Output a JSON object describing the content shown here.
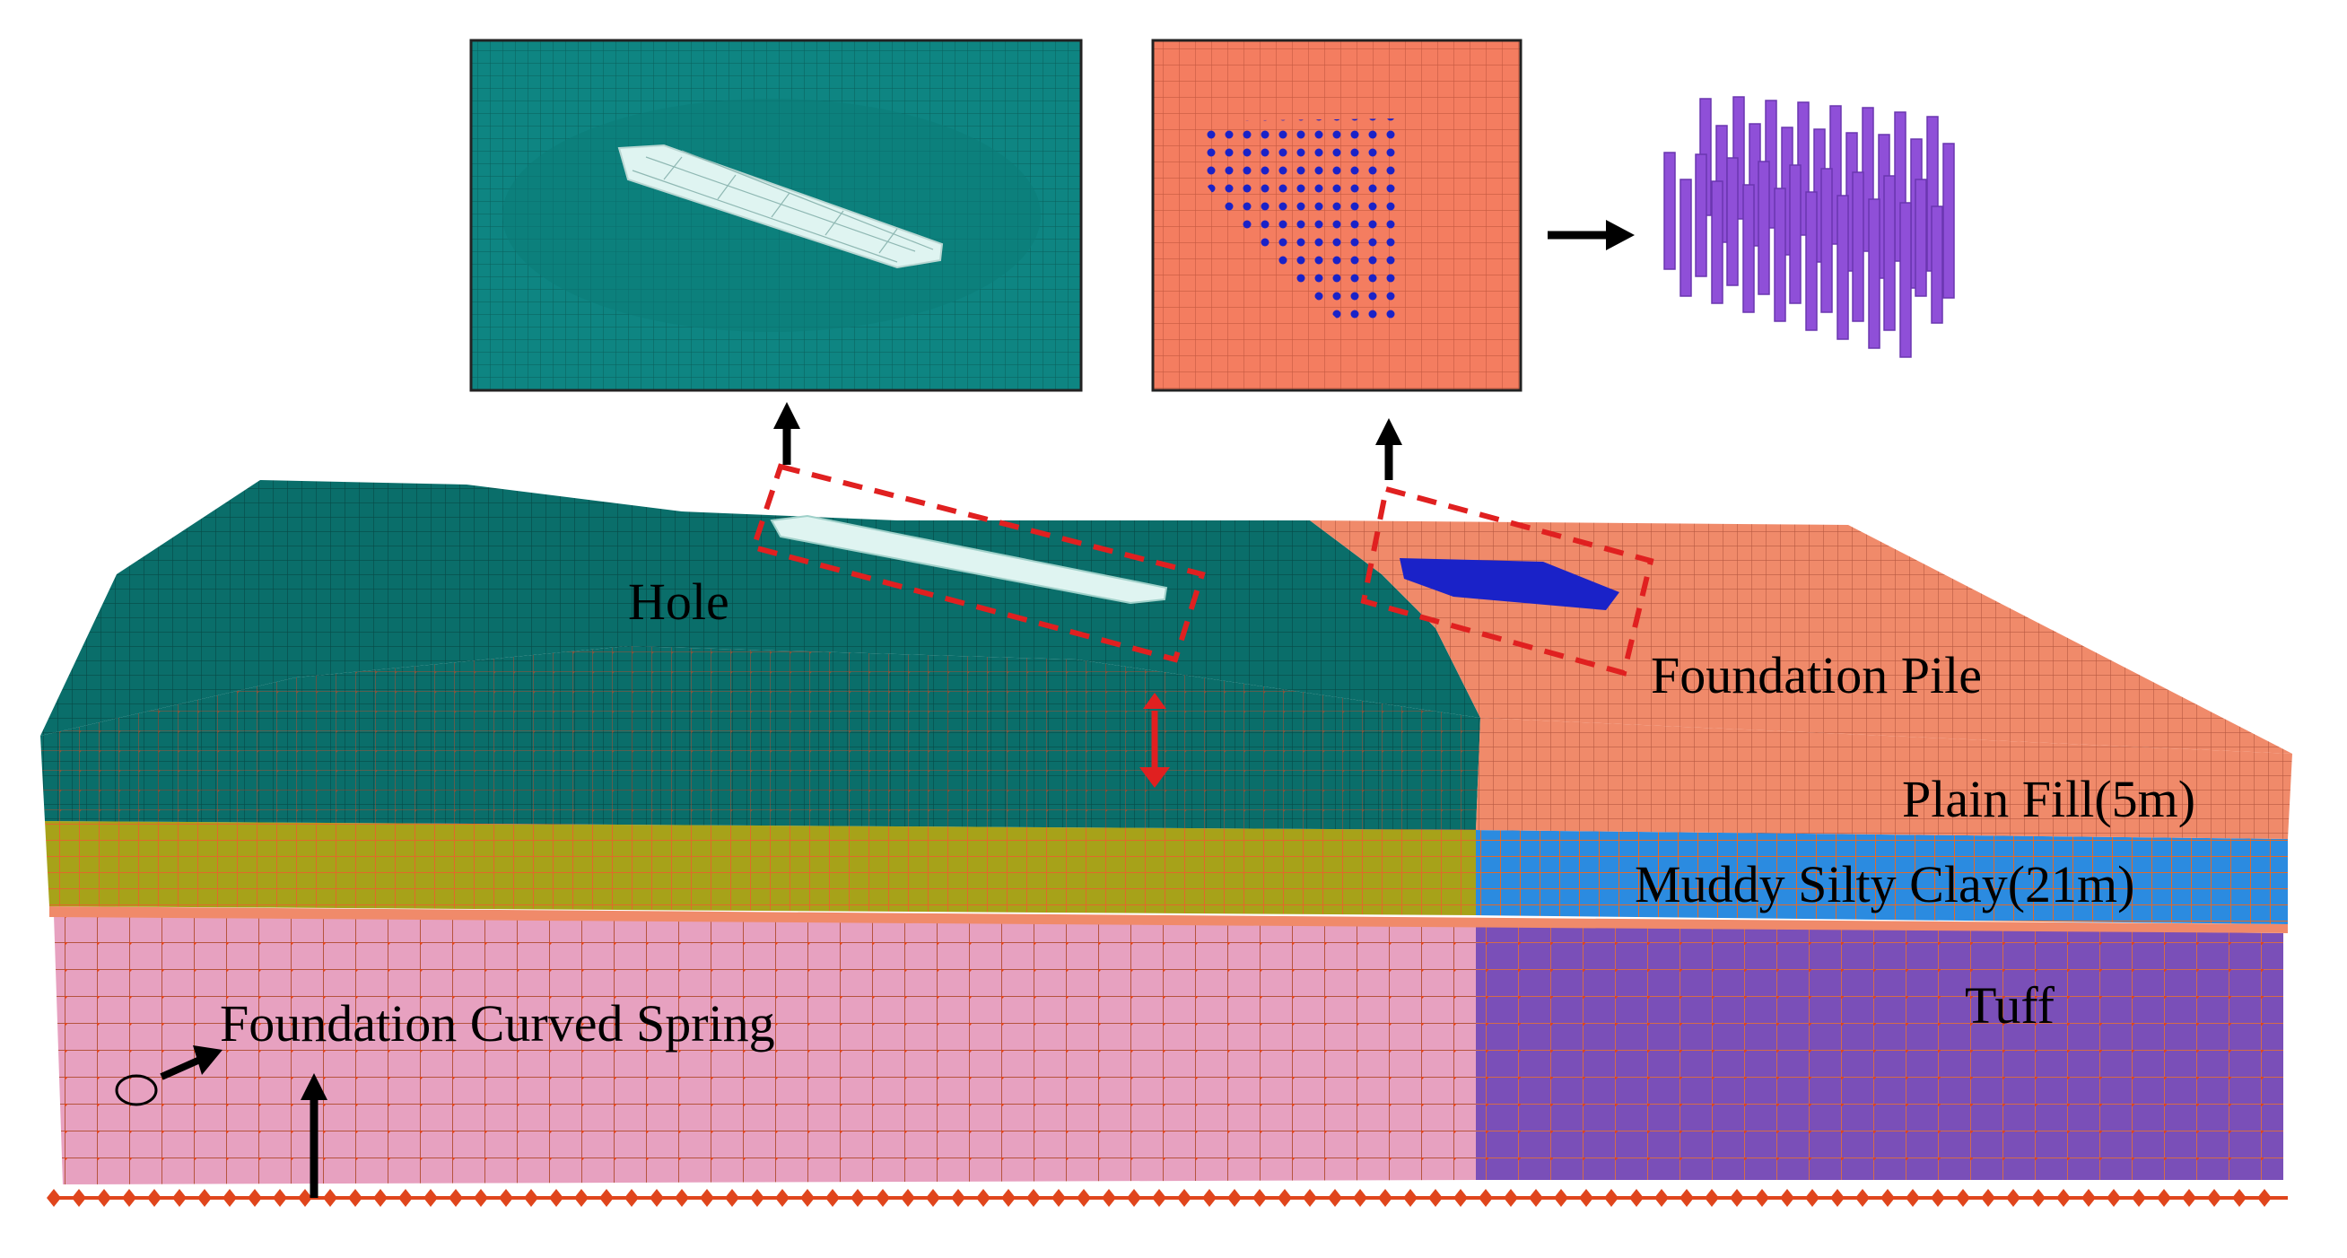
{
  "labels": {
    "hole": "Hole",
    "foundation_pile": "Foundation Pile",
    "plain_fill": "Plain Fill(5m)",
    "muddy_silty_clay": "Muddy Silty Clay(21m)",
    "tuff": "Tuff",
    "foundation_curved_spring": "Foundation Curved Spring"
  },
  "colors": {
    "left_surface": "#0a6e6a",
    "right_surface": "#f08a6a",
    "left_mid_layer": "#a7a219",
    "right_mid_layer": "#2b8be0",
    "left_bottom_layer": "#e7a1c0",
    "right_bottom_layer": "#7a4fb8",
    "mesh_red": "#e0451c",
    "dashed_box": "#e02020",
    "hole_mesh": "#dff4f1",
    "pile_nodes": "#1a22c8",
    "pile_columns": "#8f4fd8",
    "inset_hole_bg": "#0e8582",
    "inset_pile_bg": "#f47d60"
  },
  "icons": {
    "arrows": "arrow-up-icon",
    "ellipse": "spring-ellipse-icon",
    "load": "load-arrow-icon"
  }
}
